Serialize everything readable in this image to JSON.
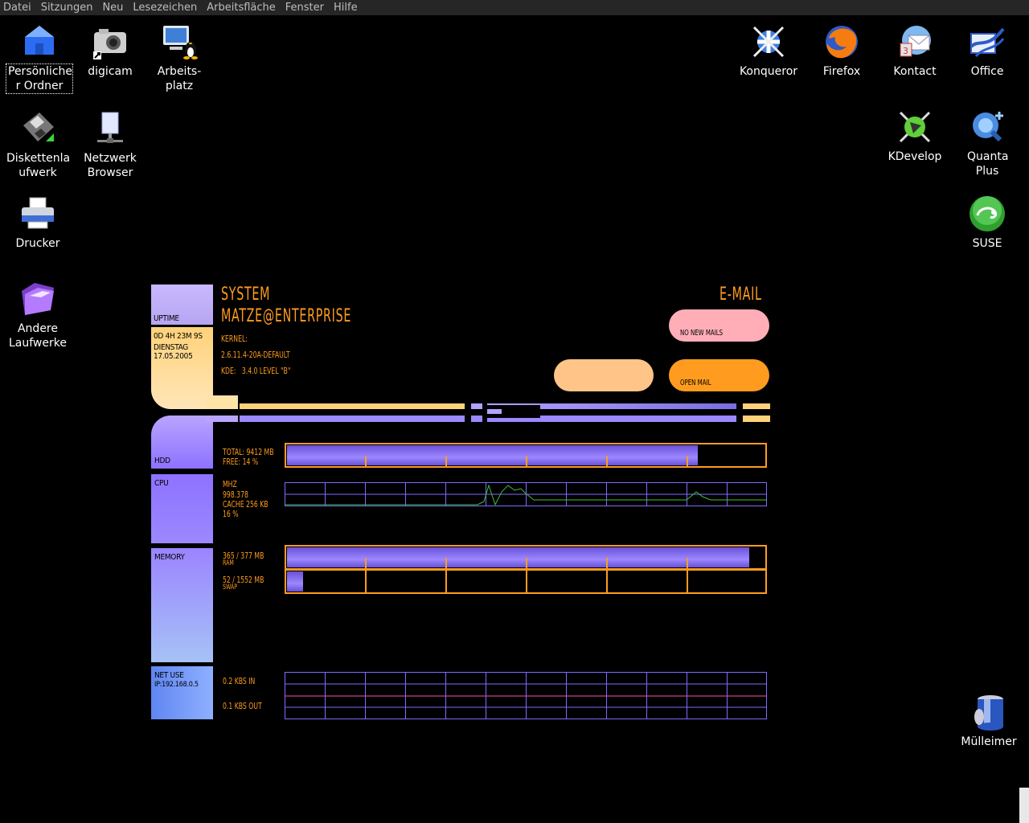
{
  "menubar": [
    "Datei",
    "Sitzungen",
    "Neu",
    "Lesezeichen",
    "Arbeitsfläche",
    "Fenster",
    "Hilfe"
  ],
  "desktop": {
    "left_icons": [
      {
        "label": "Persönliche r Ordner",
        "icon": "home-folder-icon"
      },
      {
        "label": "digicam",
        "icon": "camera-icon"
      },
      {
        "label": "Arbeits- platz",
        "icon": "computer-icon"
      },
      {
        "label": "Diskettenla ufwerk",
        "icon": "floppy-icon"
      },
      {
        "label": "Netzwerk Browser",
        "icon": "network-icon"
      },
      {
        "label": "Drucker",
        "icon": "printer-icon"
      },
      {
        "label": "Andere Laufwerke",
        "icon": "drives-folder-icon"
      }
    ],
    "right_icons": [
      {
        "label": "Konqueror",
        "icon": "konqueror-icon"
      },
      {
        "label": "Firefox",
        "icon": "firefox-icon"
      },
      {
        "label": "Kontact",
        "icon": "kontact-icon"
      },
      {
        "label": "Office",
        "icon": "office-icon"
      },
      {
        "label": "KDevelop",
        "icon": "kdevelop-icon"
      },
      {
        "label": "Quanta Plus",
        "icon": "quanta-icon"
      },
      {
        "label": "SUSE",
        "icon": "suse-icon"
      },
      {
        "label": "Mülleimer",
        "icon": "trash-icon"
      }
    ]
  },
  "lcars": {
    "uptime_label": "UPTIME",
    "uptime_value": "0D 4H 23M 9S",
    "day": "DIENSTAG",
    "date": "17.05.2005",
    "system_title": "SYSTEM",
    "host": "MATZE@ENTERPRISE",
    "kernel_label": "KERNEL:",
    "kernel_value": "2.6.11.4-20A-DEFAULT",
    "kde": "KDE:   3.4.0 LEVEL \"B\"",
    "email_title": "E-MAIL",
    "no_new_mails": "NO NEW MAILS",
    "open_mail": "OPEN MAIL",
    "hdd_label": "HDD",
    "hdd_total": "TOTAL: 9412 MB",
    "hdd_free": "FREE: 14 %",
    "hdd_used_fraction": 0.86,
    "cpu_label": "CPU",
    "cpu_mhz": "MHZ",
    "cpu_speed": "998.378",
    "cpu_cache": "CACHE 256 KB",
    "cpu_load": "16 %",
    "memory_label": "MEMORY",
    "ram_value": "365 / 377 MB",
    "ram_label": "RAM",
    "ram_fraction": 0.968,
    "swap_value": "52 / 1552 MB",
    "swap_label": "SWAP",
    "swap_fraction": 0.034,
    "net_label": "NET USE",
    "net_ip": "IP:192.168.0.5",
    "net_in": "0.2 KBS IN",
    "net_out": "0.1 KBS OUT"
  },
  "colors": {
    "orange": "#ff9c1f",
    "purple": "#8d72ff",
    "pink": "#ffaeb8",
    "peach": "#ffc488",
    "light_orange": "#ffd987"
  }
}
